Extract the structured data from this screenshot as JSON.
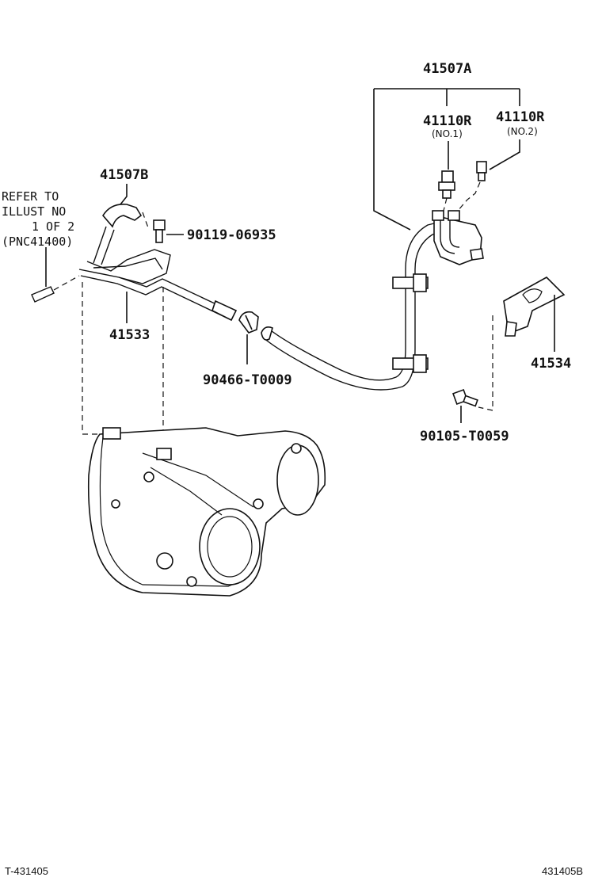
{
  "labels": {
    "p41507A": "41507A",
    "p41110R_1": "41110R",
    "p41110R_1_note": "(NO.1)",
    "p41110R_2": "41110R",
    "p41110R_2_note": "(NO.2)",
    "p41507B": "41507B",
    "p90119": "90119-06935",
    "p41533": "41533",
    "p90466": "90466-T0009",
    "p41534": "41534",
    "p90105": "90105-T0059"
  },
  "refer": {
    "line1": "REFER TO",
    "line2": "ILLUST NO",
    "line3": "1 OF 2",
    "line4": "(PNC41400)"
  },
  "footer": {
    "left": "T-431405",
    "right": "431405B"
  }
}
